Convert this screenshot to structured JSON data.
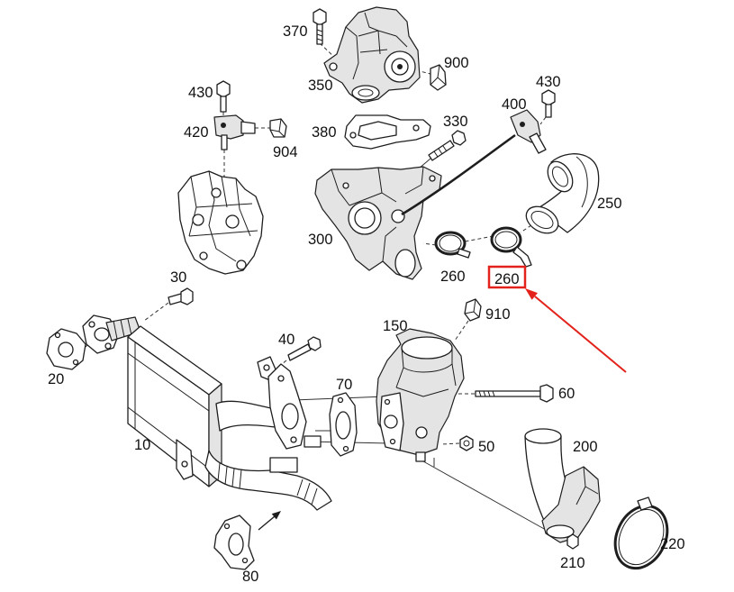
{
  "callouts": [
    "370",
    "900",
    "350",
    "430",
    "430",
    "420",
    "904",
    "380",
    "330",
    "400",
    "250",
    "300",
    "260",
    "30",
    "910",
    "150",
    "40",
    "70",
    "60",
    "20",
    "10",
    "50",
    "200",
    "220",
    "210",
    "80"
  ],
  "highlighted_callout": "260",
  "colors": {
    "line": "#1e1e1e",
    "highlight": "#e3231b",
    "background": "#ffffff"
  }
}
